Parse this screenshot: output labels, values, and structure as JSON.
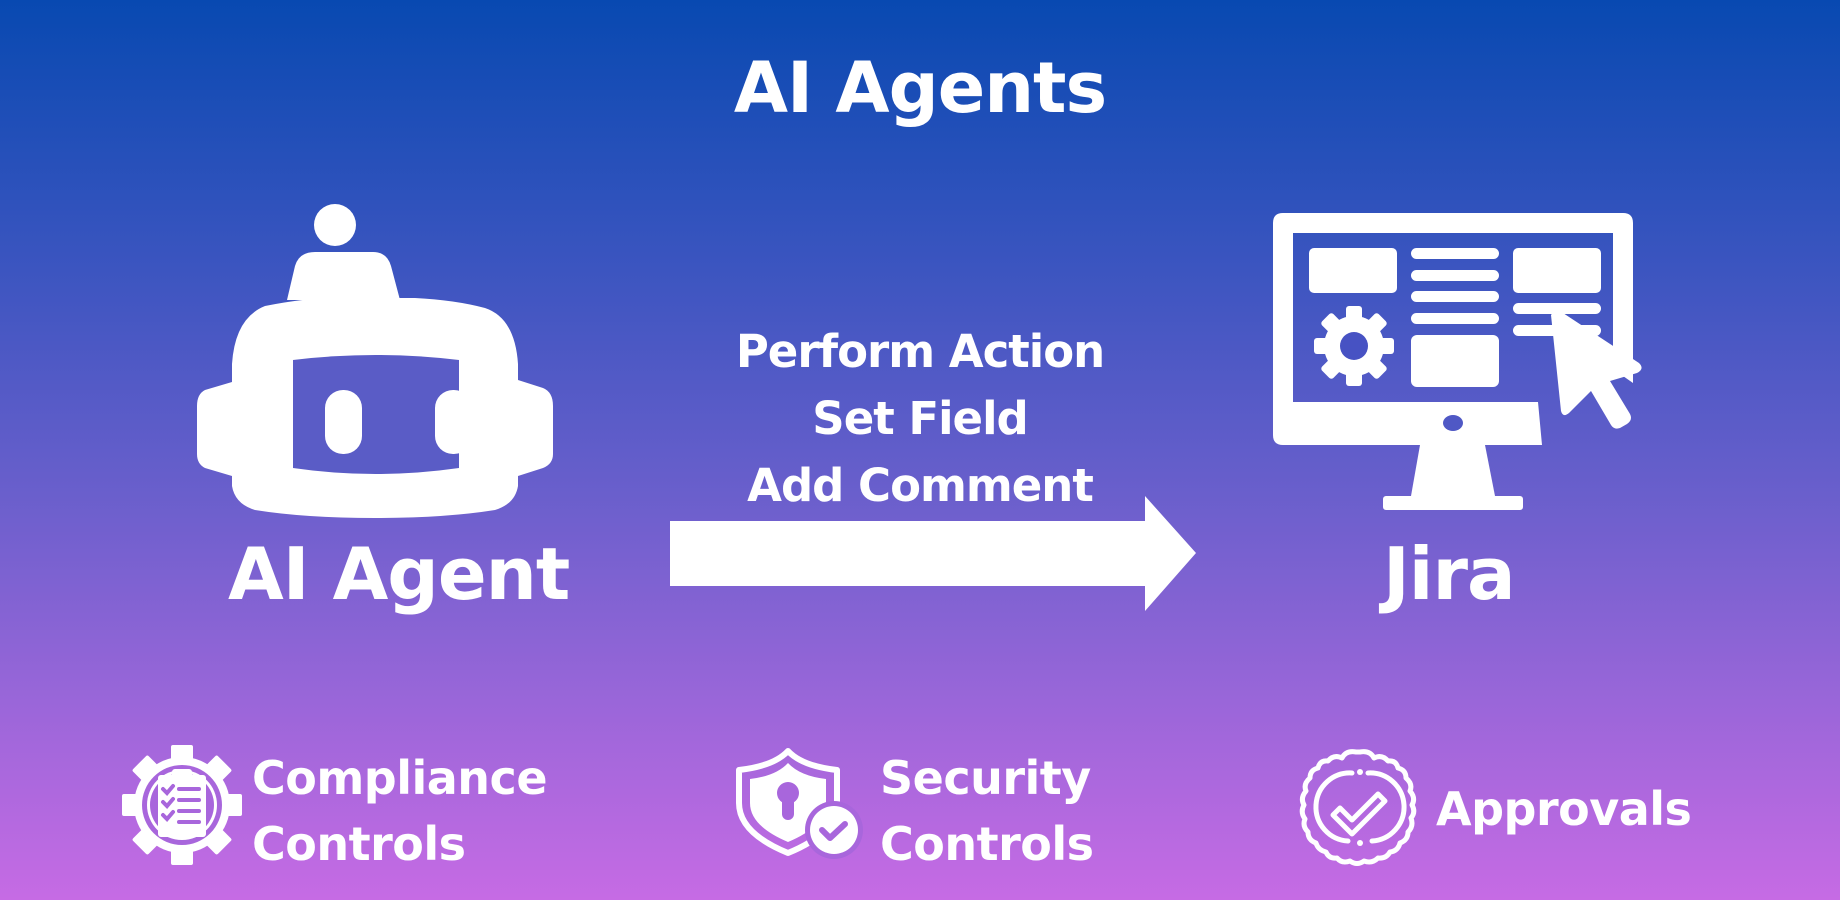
{
  "title": "AI Agents",
  "actions": [
    "Perform Action",
    "Set Field",
    "Add Comment"
  ],
  "source": {
    "label": "AI Agent",
    "icon": "robot-icon"
  },
  "target": {
    "label": "Jira",
    "icon": "monitor-dashboard-icon"
  },
  "features": [
    {
      "line1": "Compliance",
      "line2": "Controls",
      "icon": "gear-clipboard-icon"
    },
    {
      "line1": "Security",
      "line2": "Controls",
      "icon": "shield-lock-check-icon"
    },
    {
      "line1": "Approvals",
      "icon": "badge-check-icon"
    }
  ],
  "colors": {
    "gradient_top": "#0849b1",
    "gradient_bottom": "#c66be4",
    "foreground": "#ffffff"
  }
}
